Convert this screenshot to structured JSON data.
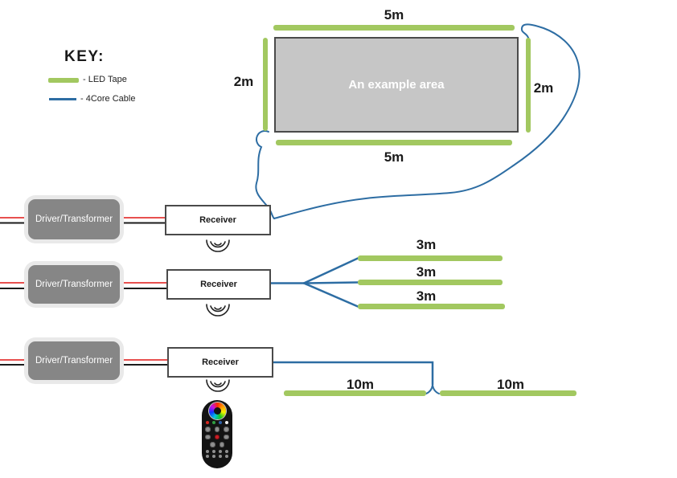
{
  "key": {
    "title": "KEY:",
    "led_tape_label": "- LED Tape",
    "core_cable_label": "- 4Core Cable"
  },
  "example_area": {
    "label": "An example area",
    "top": "5m",
    "bottom": "5m",
    "left": "2m",
    "right": "2m"
  },
  "rows": [
    {
      "driver": "Driver/Transformer",
      "receiver": "Receiver",
      "strips": []
    },
    {
      "driver": "Driver/Transformer",
      "receiver": "Receiver",
      "strips": [
        "3m",
        "3m",
        "3m"
      ]
    },
    {
      "driver": "Driver/Transformer",
      "receiver": "Receiver",
      "strips": [
        "10m",
        "10m"
      ]
    }
  ],
  "icons": {
    "signal": "signal-waves-icon",
    "color_wheel": "color-wheel-icon"
  },
  "colors": {
    "led_tape_green": "#a2c860",
    "cable_blue": "#2d6da3",
    "wire_red": "#e8504f",
    "wire_black": "#1b1b1b",
    "driver_gray": "#868686",
    "driver_halo": "#e9e9e9",
    "area_fill": "#c6c6c6",
    "border_dark": "#4a4a4a",
    "remote_body": "#131313",
    "remote_power_red": "#cc2027",
    "remote_key_red": "#d8271f",
    "remote_key_green": "#2f9e41",
    "remote_key_blue": "#2b5fa8",
    "remote_key_white": "#f2f2f2"
  }
}
